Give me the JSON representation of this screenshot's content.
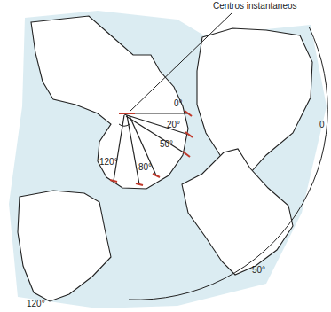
{
  "diagram": {
    "labels": [
      "Centros instantaneos",
      "0°",
      "20°",
      "50°",
      "80°",
      "120°",
      "0",
      "50°",
      "120°"
    ]
  }
}
